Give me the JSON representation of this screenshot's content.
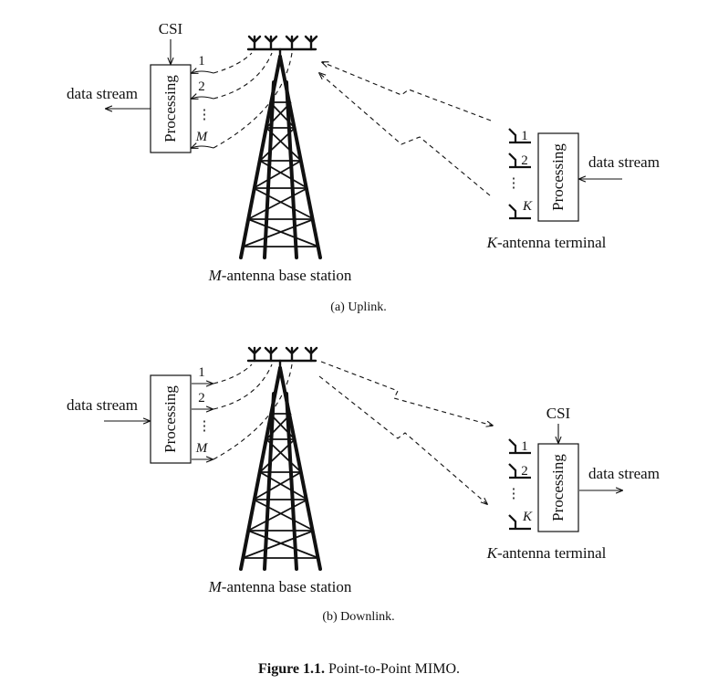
{
  "figure": {
    "number": "Figure 1.1.",
    "title": "Point-to-Point MIMO."
  },
  "panels": [
    {
      "id": "uplink",
      "caption": "(a)  Uplink.",
      "base_station": {
        "processing_label": "Processing",
        "csi_label": "CSI",
        "data_stream_label": "data stream",
        "port_labels": [
          "1",
          "2",
          "M"
        ],
        "ellipsis": "⋮",
        "caption": "-antenna base station",
        "caption_var": "M"
      },
      "terminal": {
        "processing_label": "Processing",
        "data_stream_label": "data stream",
        "port_labels": [
          "1",
          "2",
          "K"
        ],
        "ellipsis": "⋮",
        "caption": "-antenna terminal",
        "caption_var": "K"
      }
    },
    {
      "id": "downlink",
      "caption": "(b)  Downlink.",
      "base_station": {
        "processing_label": "Processing",
        "data_stream_label": "data stream",
        "port_labels": [
          "1",
          "2",
          "M"
        ],
        "ellipsis": "⋮",
        "caption": "-antenna base station",
        "caption_var": "M"
      },
      "terminal": {
        "processing_label": "Processing",
        "csi_label": "CSI",
        "data_stream_label": "data stream",
        "port_labels": [
          "1",
          "2",
          "K"
        ],
        "ellipsis": "⋮",
        "caption": "-antenna terminal",
        "caption_var": "K"
      }
    }
  ]
}
